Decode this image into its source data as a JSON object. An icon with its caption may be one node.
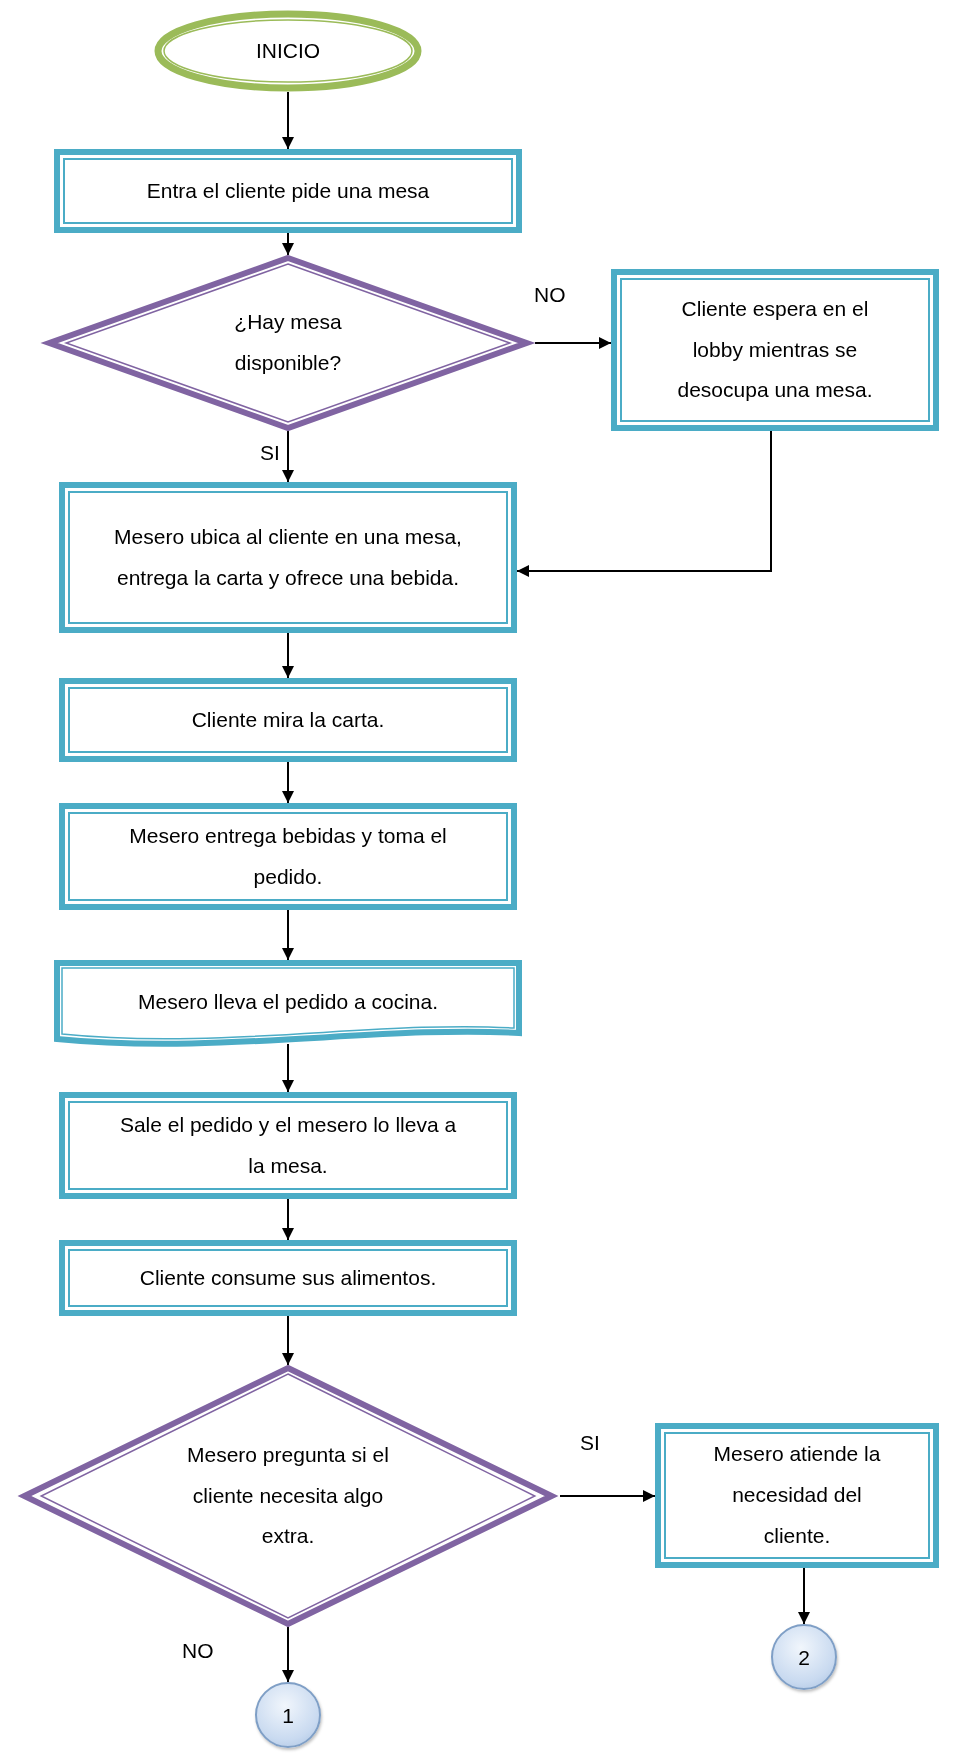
{
  "diagram": {
    "nodes": [
      {
        "text": [
          "INICIO"
        ]
      },
      {
        "text": [
          "Entra el cliente pide una mesa"
        ]
      },
      {
        "text": [
          "¿Hay mesa disponible?"
        ]
      },
      {
        "text": [
          "Cliente espera en el lobby mientras se desocupa una mesa."
        ]
      },
      {
        "text": [
          "Mesero ubica al cliente en una mesa, entrega la carta y ofrece una bebida."
        ]
      },
      {
        "text": [
          "Cliente mira la carta."
        ]
      },
      {
        "text": [
          "Mesero entrega bebidas y toma el pedido."
        ]
      },
      {
        "text": [
          "Mesero lleva el pedido a cocina."
        ]
      },
      {
        "text": [
          "Sale el pedido y el mesero lo lleva a la mesa."
        ]
      },
      {
        "text": [
          "Cliente consume sus alimentos."
        ]
      },
      {
        "text": [
          "Mesero pregunta si el cliente necesita algo extra."
        ]
      },
      {
        "text": [
          "Mesero atiende la necesidad del cliente."
        ]
      },
      {
        "text": [
          "2"
        ]
      },
      {
        "text": [
          "1"
        ]
      }
    ],
    "edges": [
      {
        "from": 0,
        "to": 1,
        "arrow": "to"
      },
      {
        "from": 1,
        "to": 2,
        "arrow": "to"
      },
      {
        "from": 2,
        "to": 3,
        "arrow": "to",
        "label": "NO"
      },
      {
        "from": 2,
        "to": 4,
        "arrow": "to",
        "label": "SI"
      },
      {
        "from": 3,
        "to": 4,
        "arrow": "to"
      },
      {
        "from": 4,
        "to": 5,
        "arrow": "to"
      },
      {
        "from": 5,
        "to": 6,
        "arrow": "to"
      },
      {
        "from": 6,
        "to": 7,
        "arrow": "to"
      },
      {
        "from": 7,
        "to": 8,
        "arrow": "to"
      },
      {
        "from": 8,
        "to": 9,
        "arrow": "to"
      },
      {
        "from": 9,
        "to": 10,
        "arrow": "to"
      },
      {
        "from": 10,
        "to": 11,
        "arrow": "to",
        "label": "SI"
      },
      {
        "from": 11,
        "to": 12,
        "arrow": "to"
      },
      {
        "from": 10,
        "to": 13,
        "arrow": "to",
        "label": "NO"
      }
    ]
  }
}
